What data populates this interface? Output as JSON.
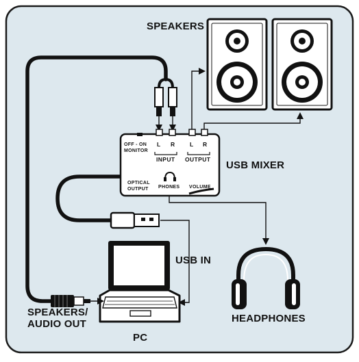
{
  "labels": {
    "speakers": "SPEAKERS",
    "usb_mixer": "USB MIXER",
    "usb_in": "USB IN",
    "headphones": "HEADPHONES",
    "speakers_audio_out_line1": "SPEAKERS/",
    "speakers_audio_out_line2": "AUDIO OUT",
    "pc": "PC"
  },
  "mixer": {
    "off_on_line1": "OFF - ON",
    "off_on_line2": "MONITOR",
    "input_l": "L",
    "input_r": "R",
    "output_l": "L",
    "output_r": "R",
    "input": "INPUT",
    "output": "OUTPUT",
    "optical_line1": "OPTICAL",
    "optical_line2": "OUTPUT",
    "phones": "PHONES",
    "volume": "VOLUME"
  },
  "colors": {
    "panel": "#dde8ee",
    "outline": "#1a1a1a",
    "cable": "#111111",
    "white": "#ffffff"
  }
}
